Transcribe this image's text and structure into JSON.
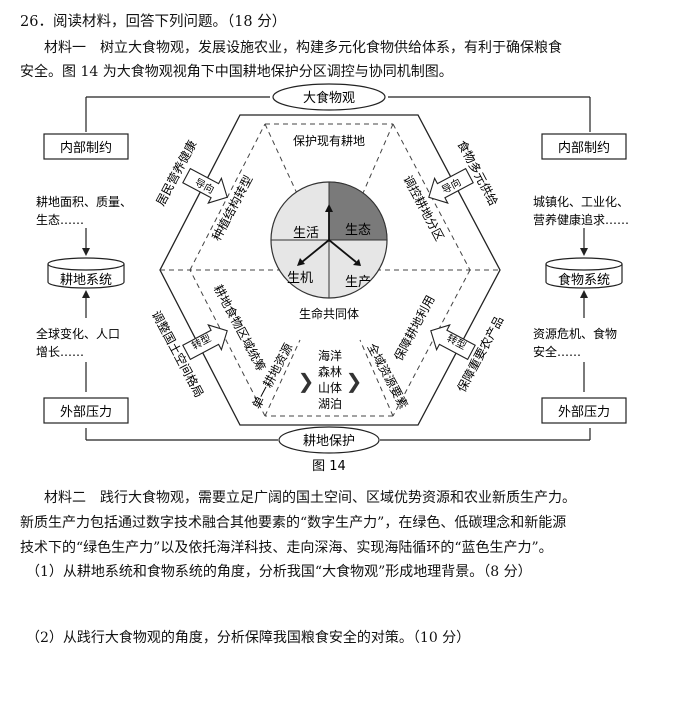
{
  "question": {
    "header": "26．阅读材料，回答下列问题。（18 分）",
    "material1_line1": "材料一　树立大食物观，发展设施农业，构建多元化食物供给体系，有利于确保粮食",
    "material1_line2": "安全。图 14 为大食物观视角下中国耕地保护分区调控与协同机制图。",
    "material2_line1": "材料二　践行大食物观，需要立足广阔的国土空间、区域优势资源和农业新质生产力。",
    "material2_line2": "新质生产力包括通过数字技术融合其他要素的“数字生产力”，在绿色、低碳理念和新能源",
    "material2_line3": "技术下的“绿色生产力”以及依托海洋科技、走向深海、实现海陆循环的“蓝色生产力”。",
    "sub_q1": "（1）从耕地系统和食物系统的角度，分析我国“大食物观”形成地理背景。（8 分）",
    "sub_q2": "（2）从践行大食物观的角度，分析保障我国粮食安全的对策。（10 分）"
  },
  "figure": {
    "caption": "图 14",
    "top_oval": "大食物观",
    "bottom_oval": "耕地保护",
    "left": {
      "internal_box": "内部制约",
      "internal_text_1": "耕地面积、质量、",
      "internal_text_2": "生态……",
      "system": "耕地系统",
      "external_text_1": "全球变化、人口",
      "external_text_2": "增长……",
      "external_box": "外部压力"
    },
    "right": {
      "internal_box": "内部制约",
      "internal_text_1": "城镇化、工业化、",
      "internal_text_2": "营养健康追求……",
      "system": "食物系统",
      "external_text_1": "资源危机、食物",
      "external_text_2": "安全……",
      "external_box": "外部压力"
    },
    "hexagon": {
      "top_label": "保护现有耕地",
      "ul_outer": "居民营养健康",
      "ul_arrow": "导向",
      "ul_inner": "种植结构转型",
      "ur_outer": "食物多元供给",
      "ur_arrow": "导向",
      "ur_inner": "调控耕地分区",
      "ll_outer": "调整国土空间格局",
      "ll_arrow": "转型",
      "ll_inner": "耕地食物区域统筹",
      "lr_outer": "保障重要农产品",
      "lr_arrow": "转型",
      "lr_inner": "保障耕地利用",
      "bottom_left": "单一耕地资源",
      "bottom_mid": [
        "海洋",
        "森林",
        "山体",
        "湖泊"
      ],
      "bottom_right": "全域资源要素",
      "center_caption": "生命共同体",
      "circle": {
        "shengtai": "生态",
        "shenghuo": "生活",
        "shengji": "生机",
        "shengchan": "生产"
      }
    }
  }
}
